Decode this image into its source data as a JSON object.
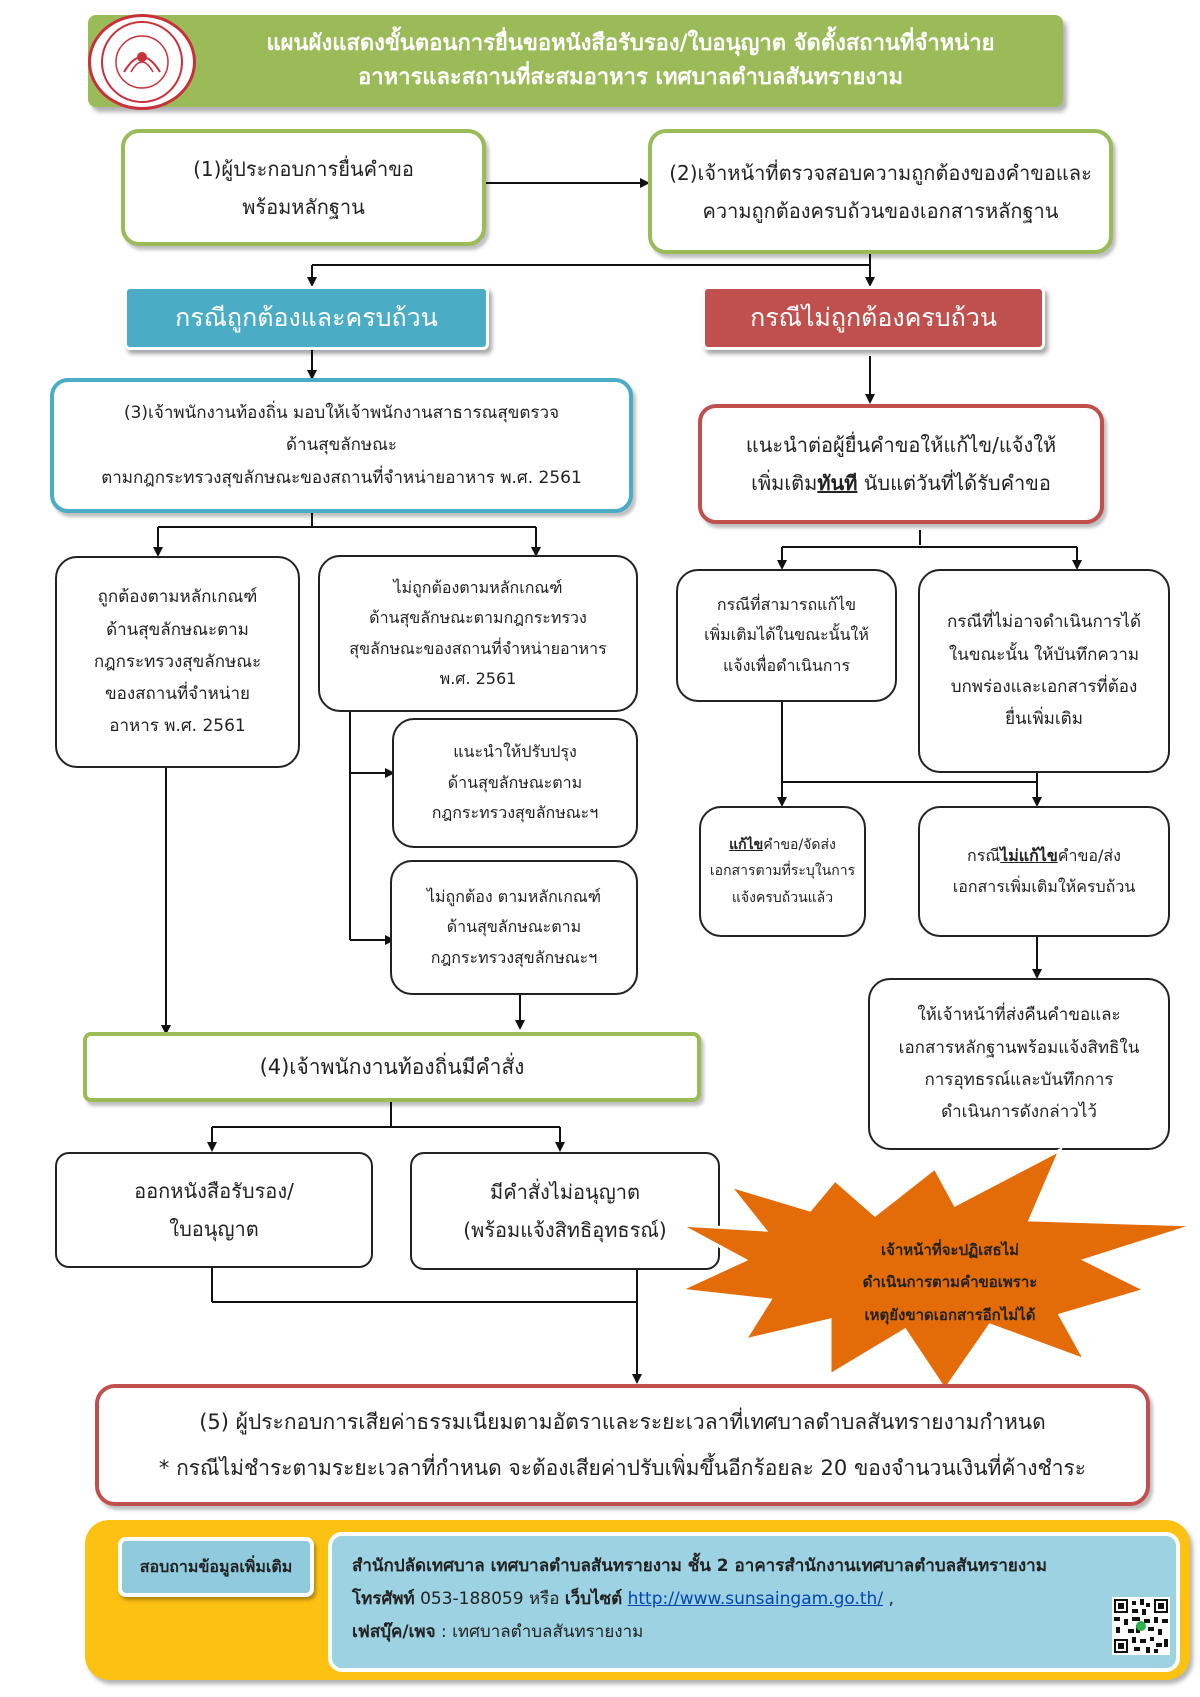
{
  "title": {
    "line1": "แผนผังแสดงขั้นตอนการยื่นขอหนังสือรับรอง/ใบอนุญาต จัดตั้งสถานที่จำหน่าย",
    "line2": "อาหารและสถานที่สะสมอาหาร เทศบาลตำบลสันทรายงาม"
  },
  "step1": {
    "line1": "(1)ผู้ประกอบการยื่นคำขอ",
    "line2": "พร้อมหลักฐาน"
  },
  "step2": {
    "line1": "(2)เจ้าหน้าที่ตรวจสอบความถูกต้องของคำขอและ",
    "line2": "ความถูกต้องครบถ้วนของเอกสารหลักฐาน"
  },
  "case_ok": "กรณีถูกต้องและครบถ้วน",
  "case_not_ok": "กรณีไม่ถูกต้องครบถ้วน",
  "step3": {
    "line1": "(3)เจ้าพนักงานท้องถิ่น มอบให้เจ้าพนักงานสาธารณสุขตรวจ",
    "line2": "ด้านสุขลักษณะ",
    "line3": "ตามกฎกระทรวงสุขลักษณะของสถานที่จำหน่ายอาหาร พ.ศ. 2561"
  },
  "advise": {
    "line1": "แนะนำต่อผู้ยื่นคำขอให้แก้ไข/แจ้งให้",
    "line2_pre": "เพิ่มเติม",
    "line2_bold": "ทันที",
    "line2_post": " นับแต่วันที่ได้รับคำขอ"
  },
  "meets": {
    "line1": "ถูกต้องตามหลักเกณฑ์",
    "line2": "ด้านสุขลักษณะตาม",
    "line3": "กฎกระทรวงสุขลักษณะ",
    "line4": "ของสถานที่จำหน่าย",
    "line5": "อาหาร พ.ศ. 2561"
  },
  "not_meets": {
    "line1": "ไม่ถูกต้องตามหลักเกณฑ์",
    "line2": "ด้านสุขลักษณะตามกฎกระทรวง",
    "line3": "สุขลักษณะของสถานที่จำหน่ายอาหาร",
    "line4": "พ.ศ. 2561"
  },
  "improve": {
    "line1": "แนะนำให้ปรับปรุง",
    "line2": "ด้านสุขลักษณะตาม",
    "line3": "กฎกระทรวงสุขลักษณะฯ"
  },
  "not_correct": {
    "line1": "ไม่ถูกต้อง ตามหลักเกณฑ์",
    "line2": "ด้านสุขลักษณะตาม",
    "line3": "กฎกระทรวงสุขลักษณะฯ"
  },
  "can_fix": {
    "line1": "กรณีที่สามารถแก้ไข",
    "line2": "เพิ่มเติมได้ในขณะนั้นให้",
    "line3": "แจ้งเพื่อดำเนินการ"
  },
  "cannot_fix": {
    "line1": "กรณีที่ไม่อาจดำเนินการได้",
    "line2": "ในขณะนั้น ให้บันทึกความ",
    "line3": "บกพร่องและเอกสารที่ต้อง",
    "line4": "ยื่นเพิ่มเติม"
  },
  "fixed": {
    "line1_bold": "แก้ไข",
    "line1_post": "คำขอ/จัดส่ง",
    "line2": "เอกสารตามที่ระบุในการ",
    "line3": "แจ้งครบถ้วนแล้ว"
  },
  "not_fixed": {
    "line1_pre": "กรณี",
    "line1_bold": "ไม่แก้ไข",
    "line1_post": "คำขอ/ส่ง",
    "line2": "เอกสารเพิ่มเติมให้ครบถ้วน"
  },
  "return_docs": {
    "line1": "ให้เจ้าหน้าที่ส่งคืนคำขอและ",
    "line2": "เอกสารหลักฐานพร้อมแจ้งสิทธิใน",
    "line3": "การอุทธรณ์และบันทึกการ",
    "line4": "ดำเนินการดังกล่าวไว้"
  },
  "step4": "(4)เจ้าพนักงานท้องถิ่นมีคำสั่ง",
  "issue": {
    "line1": "ออกหนังสือรับรอง/",
    "line2": "ใบอนุญาต"
  },
  "deny": {
    "line1": "มีคำสั่งไม่อนุญาต",
    "line2": "(พร้อมแจ้งสิทธิอุทธรณ์)"
  },
  "starburst": {
    "line1": "เจ้าหน้าที่จะปฏิเสธไม่",
    "line2": "ดำเนินการตามคำขอเพราะ",
    "line3": "เหตุยังขาดเอกสารอีกไม่ได้"
  },
  "step5": {
    "line1": "(5) ผู้ประกอบการเสียค่าธรรมเนียมตามอัตราและระยะเวลาที่เทศบาลตำบลสันทรายงามกำหนด",
    "line2": "* กรณีไม่ชำระตามระยะเวลาที่กำหนด จะต้องเสียค่าปรับเพิ่มขึ้นอีกร้อยละ 20 ของจำนวนเงินที่ค้างชำระ"
  },
  "footer": {
    "label": "สอบถามข้อมูลเพิ่มเติม",
    "office": "สำนักปลัดเทศบาล เทศบาลตำบลสันทรายงาม ชั้น 2 อาคารสำนักงานเทศบาลตำบลสันทรายงาม",
    "phone_label": "โทรศัพท์",
    "phone": " 053-188059 หรือ ",
    "web_label": "เว็บไซต์",
    "web": "http://www.sunsaingam.go.th/",
    "web_after": " ,",
    "fb_label": "เฟสบุ๊ค/เพจ",
    "fb": " : เทศบาลตำบลสันทรายงาม"
  },
  "colors": {
    "green": "#9bbb59",
    "blue": "#4bacc6",
    "red": "#c0504d",
    "orange": "#e36c09",
    "footer_yellow": "#fdc112",
    "footer_blue": "#9dd2e2"
  }
}
